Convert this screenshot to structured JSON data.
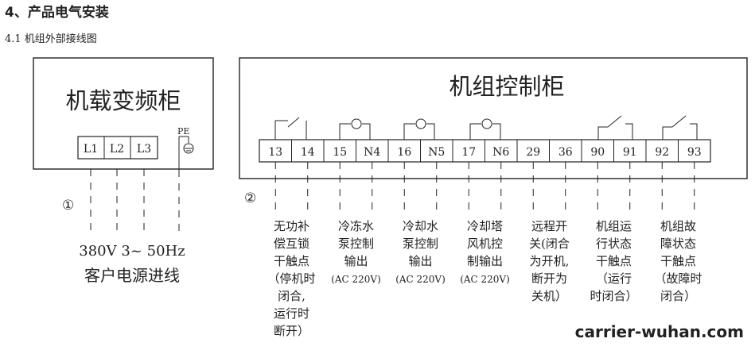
{
  "section": {
    "heading": "4、产品电气安装",
    "subheading": "4.1 机组外部接线图"
  },
  "left_box": {
    "title": "机载变频柜",
    "terminals": [
      "L1",
      "L2",
      "L3"
    ],
    "pe_label": "PE",
    "circle_marker": "①",
    "supply_line1": "380V 3~ 50Hz",
    "supply_line2": "客户电源进线"
  },
  "right_box": {
    "title": "机组控制柜",
    "circle_marker": "②",
    "terminals": [
      "13",
      "14",
      "15",
      "N4",
      "16",
      "N5",
      "17",
      "N6",
      "29",
      "36",
      "90",
      "91",
      "92",
      "93"
    ],
    "groups": [
      {
        "lines": [
          "无功补",
          "偿互锁",
          "干触点",
          "（停机时",
          "闭合,",
          "运行时",
          "断开）"
        ]
      },
      {
        "lines": [
          "冷冻水",
          "泵控制",
          "输出",
          "(AC 220V)"
        ]
      },
      {
        "lines": [
          "冷却水",
          "泵控制",
          "输出",
          "(AC 220V)"
        ]
      },
      {
        "lines": [
          "冷却塔",
          "风机控",
          "制输出",
          "(AC 220V)"
        ]
      },
      {
        "lines": [
          "远程开",
          "关(闭合",
          "为开机,",
          "断开为",
          "关机）"
        ]
      },
      {
        "lines": [
          "机组运",
          "行状态",
          "干触点",
          "（运行",
          "时闭合）"
        ]
      },
      {
        "lines": [
          "机组故",
          "障状态",
          "干触点",
          "（故障时",
          "闭合）"
        ]
      }
    ]
  },
  "watermark": "carrier-wuhan.com"
}
